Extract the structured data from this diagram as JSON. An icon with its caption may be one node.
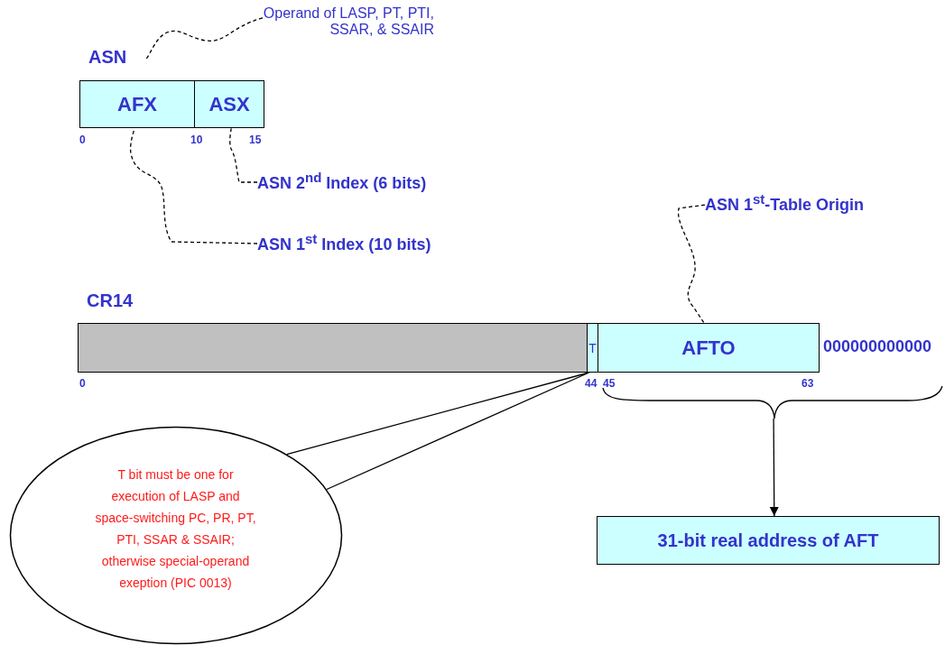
{
  "diagram": {
    "nodes": [
      {
        "text": [
          "ASN"
        ]
      },
      {
        "text": [
          "AFX"
        ],
        "in": 0
      },
      {
        "text": [
          "ASX"
        ],
        "in": 0
      },
      {
        "text": [
          "Operand of LASP, PT, PTI, SSAR, & SSAIR"
        ]
      },
      {
        "text": [
          "ASN 2$^{nd}$ Index (6 bits)"
        ]
      },
      {
        "text": [
          "ASN 1$^{st}$ Index (10 bits)"
        ]
      },
      {
        "text": [
          "CR14"
        ]
      },
      {
        "text": [],
        "shape": "bar",
        "in": 6
      },
      {
        "text": [
          "T"
        ],
        "in": 6
      },
      {
        "text": [
          "AFTO"
        ],
        "in": 6
      },
      {
        "text": [
          "ASN 1$^{st}$-Table Origin"
        ]
      },
      {
        "text": [
          "T bit must be one for execution of LASP and space-switching PC, PR, PT, PTI, SSAR & SSAIR; otherwise special-operand exeption (PIC 0013)"
        ]
      },
      {
        "text": [
          "31-bit real address of AFT"
        ]
      },
      {
        "text": [],
        "shape": "brace"
      }
    ],
    "edges": [
      {
        "from": 3,
        "to": 0,
        "arrow": "none",
        "style": "dashed"
      },
      {
        "from": 4,
        "to": 2,
        "arrow": "none",
        "style": "dashed"
      },
      {
        "from": 5,
        "to": 1,
        "arrow": "none",
        "style": "dashed"
      },
      {
        "from": 10,
        "to": 9,
        "arrow": "none",
        "style": "dashed"
      },
      {
        "from": 11,
        "to": 8,
        "arrow": "none"
      },
      {
        "from": 13,
        "to": 12,
        "arrow": "to"
      }
    ],
    "labels": [
      "0",
      "10",
      "15",
      "000000000000",
      "0",
      "44",
      "45",
      "63"
    ]
  }
}
